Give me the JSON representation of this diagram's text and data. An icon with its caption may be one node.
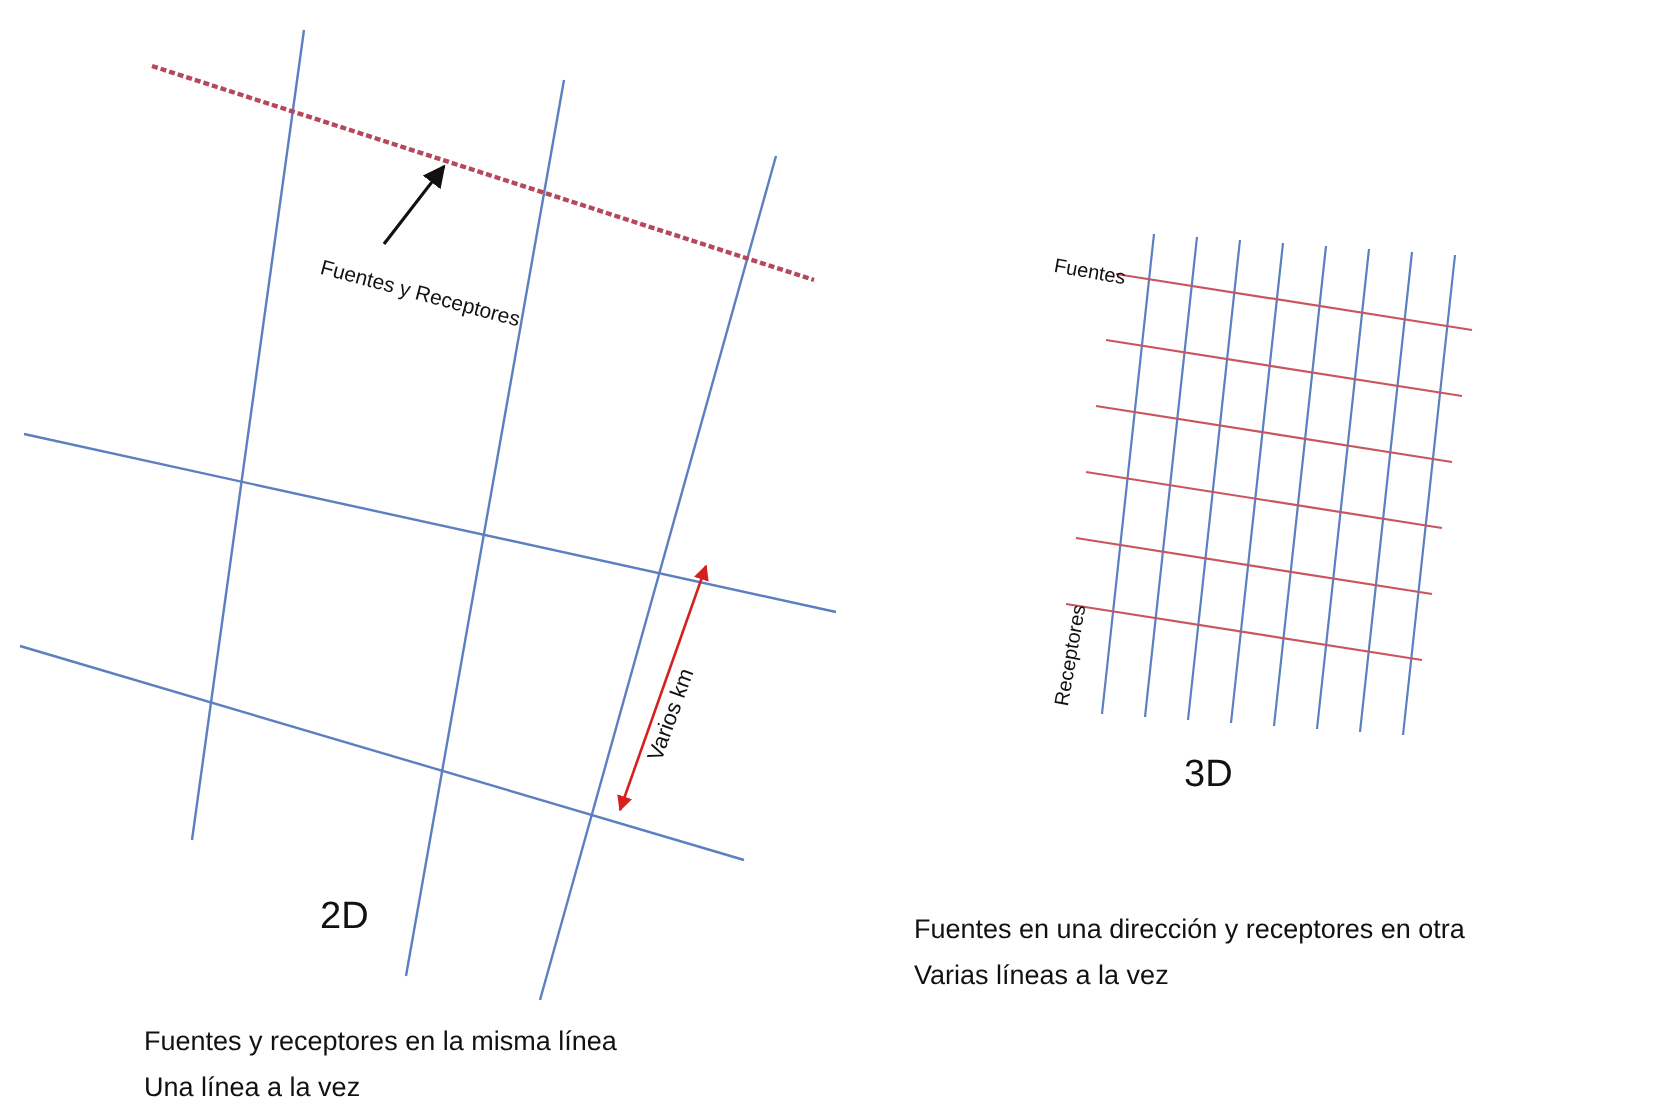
{
  "diagram": {
    "nodes": [
      {
        "text": [
          "Fuentes y Receptores"
        ]
      },
      {
        "text": [],
        "shape": "line"
      }
    ],
    "edges": [
      {
        "from": 0,
        "to": 1,
        "arrow": "to"
      }
    ],
    "labels": [
      "Varios km",
      "2D",
      "Fuentes y receptores en la misma línea",
      "Una línea a la vez",
      "Fuentes",
      "Receptores",
      "3D",
      "Fuentes en una dirección y receptores en otra",
      "Varias líneas a la vez"
    ]
  }
}
